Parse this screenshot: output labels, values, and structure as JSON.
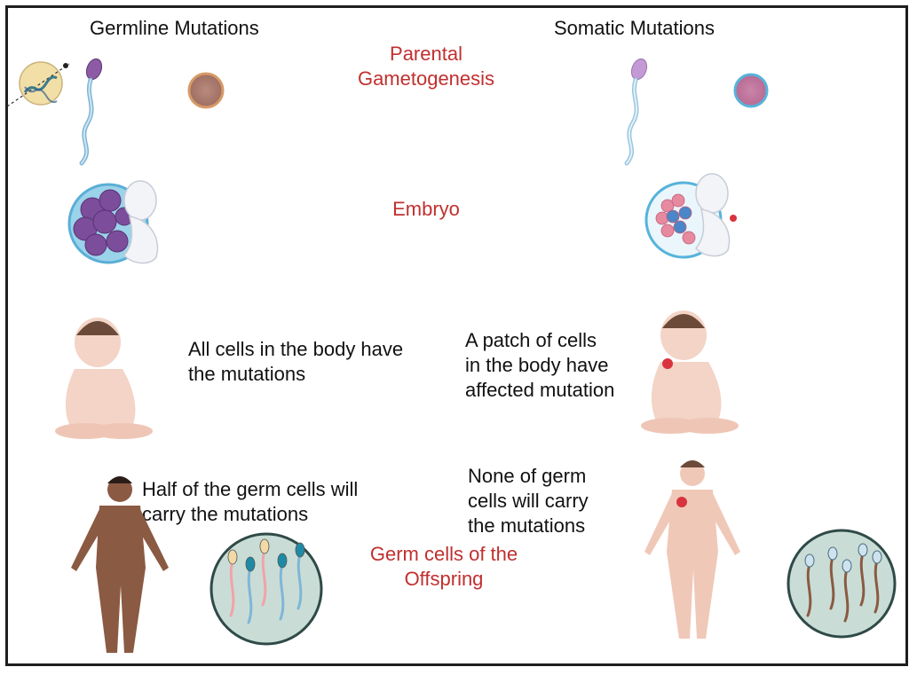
{
  "headings": {
    "germline": "Germline Mutations",
    "somatic": "Somatic Mutations"
  },
  "stages": {
    "gametogenesis": [
      "Parental",
      "Gametogenesis"
    ],
    "embryo": "Embryo",
    "offspring": [
      "Germ cells of the",
      "Offspring"
    ]
  },
  "germline_notes": {
    "body": [
      "All cells in the body have",
      "the mutations"
    ],
    "germ": [
      "Half of the germ cells will",
      "carry the mutations"
    ]
  },
  "somatic_notes": {
    "body": [
      "A patch of cells",
      "in the  body have",
      "affected mutation"
    ],
    "germ": [
      "None of  germ",
      "cells will carry",
      "the mutations"
    ]
  },
  "colors": {
    "stage_label": "#c0302f",
    "frame": "#1e1e1e",
    "mutation_red": "#d9333f",
    "skin_light": "#f3d4c6",
    "skin_dark": "#8b5a42",
    "sperm_tail": "#7fb6d6",
    "embryo_purple": "#7b4d9a",
    "germ_dish": "#c9ddd6"
  },
  "icons": [
    "dna-plasmid-icon",
    "sperm-cell-icon",
    "egg-cell-icon",
    "embryo-icon",
    "baby-icon",
    "adult-body-icon",
    "germ-cell-dish-icon"
  ]
}
